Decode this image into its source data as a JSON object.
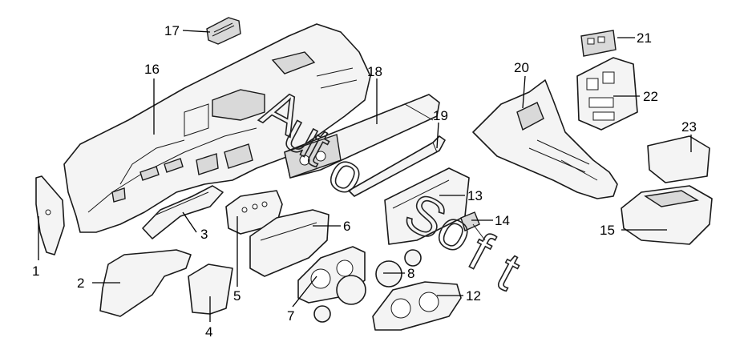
{
  "callouts": {
    "c1": "1",
    "c2": "2",
    "c3": "3",
    "c4": "4",
    "c5": "5",
    "c6": "6",
    "c7": "7",
    "c8": "8",
    "c12": "12",
    "c13": "13",
    "c14": "14",
    "c15": "15",
    "c16": "16",
    "c17": "17",
    "c18": "18",
    "c19": "19",
    "c20": "20",
    "c21": "21",
    "c22": "22",
    "c23": "23"
  },
  "watermark": {
    "a": "A",
    "u": "u",
    "t": "t",
    "o": "o",
    "s": "S",
    "o2": "o",
    "f": "f",
    "t2": "t"
  }
}
